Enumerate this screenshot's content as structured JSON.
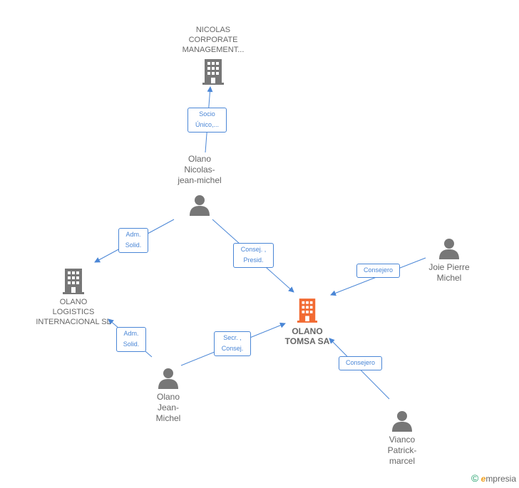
{
  "nodes": {
    "nicolas_corporate": {
      "lines": [
        "NICOLAS",
        "CORPORATE",
        "MANAGEMENT..."
      ]
    },
    "olano_nicolas": {
      "lines": [
        "Olano",
        "Nicolas-",
        "jean-michel"
      ]
    },
    "olano_logistics": {
      "lines": [
        "OLANO",
        "LOGISTICS",
        "INTERNACIONAL SL"
      ]
    },
    "olano_tomsa": {
      "lines": [
        "OLANO",
        "TOMSA SA"
      ]
    },
    "joie_pierre": {
      "lines": [
        "Joie Pierre",
        "Michel"
      ]
    },
    "olano_jean": {
      "lines": [
        "Olano",
        "Jean-",
        "Michel"
      ]
    },
    "vianco": {
      "lines": [
        "Vianco",
        "Patrick-",
        "marcel"
      ]
    }
  },
  "edges": [
    {
      "id": "e1",
      "lines": [
        "Socio",
        "Único,..."
      ]
    },
    {
      "id": "e2",
      "lines": [
        "Adm.",
        "Solid."
      ]
    },
    {
      "id": "e3",
      "lines": [
        "Consej. ,",
        "Presid."
      ]
    },
    {
      "id": "e4",
      "lines": [
        "Consejero"
      ]
    },
    {
      "id": "e5",
      "lines": [
        "Adm.",
        "Solid."
      ]
    },
    {
      "id": "e6",
      "lines": [
        "Secr. ,",
        "Consej."
      ]
    },
    {
      "id": "e7",
      "lines": [
        "Consejero"
      ]
    }
  ],
  "brand": {
    "copyright": "©",
    "initial": "e",
    "rest": "mpresia"
  },
  "colors": {
    "edge": "#4a86d6",
    "company": "#777777",
    "main_company": "#f26a32",
    "person": "#777777"
  }
}
